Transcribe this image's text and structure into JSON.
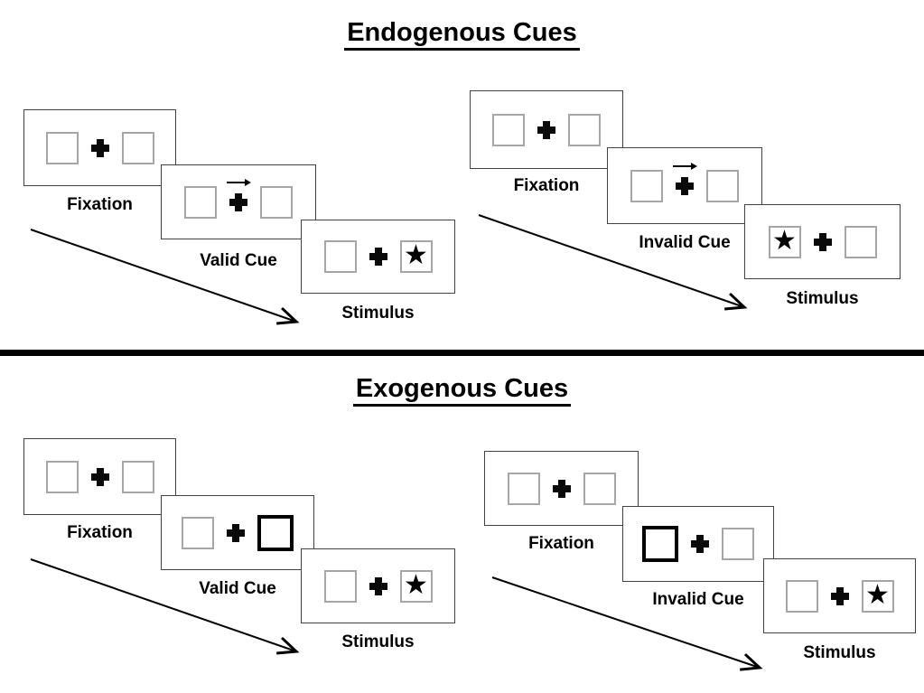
{
  "diagram": {
    "background": "#ffffff",
    "colors": {
      "panel_border": "#424242",
      "box_border": "#a6a6a6",
      "cue_highlight_border": "#000000",
      "ink": "#000000"
    },
    "glyphs": {
      "star": "★"
    },
    "sections": [
      {
        "id": "endogenous",
        "title": "Endogenous Cues",
        "sequences": [
          {
            "id": "valid-trial",
            "panels": [
              {
                "label": "Fixation"
              },
              {
                "label": "Valid Cue"
              },
              {
                "label": "Stimulus"
              }
            ]
          },
          {
            "id": "invalid-trial",
            "panels": [
              {
                "label": "Fixation"
              },
              {
                "label": "Invalid Cue"
              },
              {
                "label": "Stimulus"
              }
            ]
          }
        ]
      },
      {
        "id": "exogenous",
        "title": "Exogenous Cues",
        "sequences": [
          {
            "id": "valid-trial",
            "panels": [
              {
                "label": "Fixation"
              },
              {
                "label": "Valid Cue"
              },
              {
                "label": "Stimulus"
              }
            ]
          },
          {
            "id": "invalid-trial",
            "panels": [
              {
                "label": "Fixation"
              },
              {
                "label": "Invalid Cue"
              },
              {
                "label": "Stimulus"
              }
            ]
          }
        ]
      }
    ]
  }
}
